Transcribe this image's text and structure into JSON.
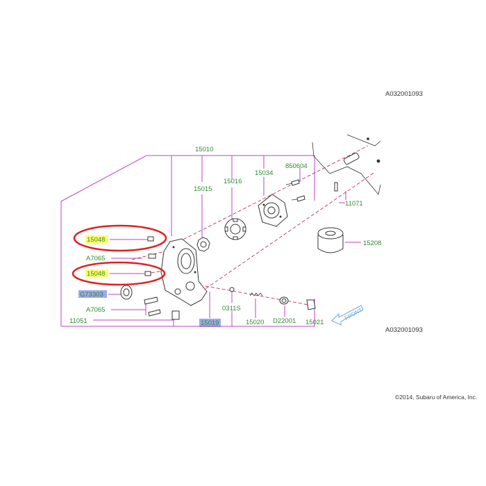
{
  "ref_top": "A032001093",
  "ref_bottom": "A032001093",
  "copyright": "©2014, Subaru of America, Inc.",
  "front_label": "FRONT",
  "colors": {
    "frame": "#c040c0",
    "leader": "#c03060",
    "label_green": "#2f8a2f",
    "highlight_yellow": "#ffff66",
    "highlight_blue": "#9fa8ee",
    "callout_red": "#e02020",
    "front_arrow": "#6aa8e0"
  },
  "labels": {
    "p15010": "15010",
    "p15015": "15015",
    "p15016": "15016",
    "p15034": "15034",
    "p850604": "850604",
    "p11071": "11071",
    "p15208": "15208",
    "p15048_a": "15048",
    "p15048_b": "15048",
    "a7065_a": "A7065",
    "a7065_b": "A7065",
    "g73303": "G73303",
    "p11051": "11051",
    "p15019": "15019",
    "p0311s": "0311S",
    "p15020": "15020",
    "d22001": "D22001",
    "p15021": "15021"
  },
  "highlights": {
    "yellow": [
      "15048",
      "15048"
    ],
    "blue": [
      "G73303",
      "15019"
    ],
    "red_circled": [
      "15048",
      "15048"
    ]
  }
}
